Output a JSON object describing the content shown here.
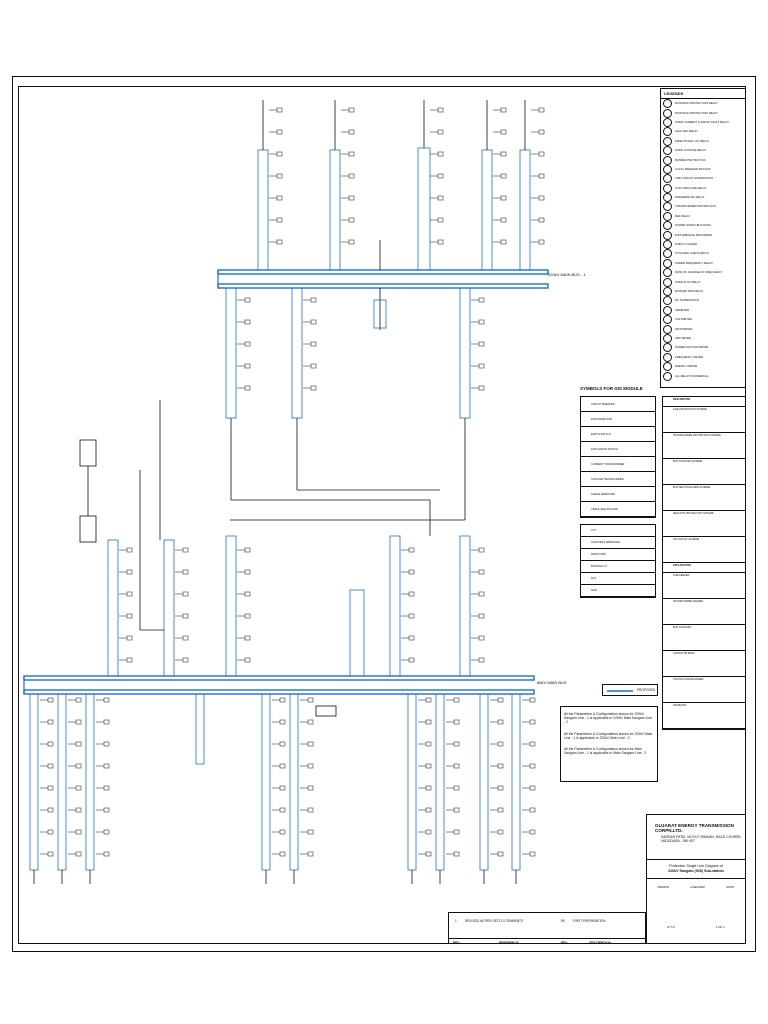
{
  "legend": {
    "title": "LEGENDS",
    "items": [
      "DISTANCE PROTECTION RELAY",
      "DISTANCE PROTECTION RELAY",
      "OVER CURRENT & EARTH FAULT RELAY",
      "HIGH SET RELAY",
      "DIRECTIONAL O/C RELAY",
      "OVER VOLTAGE RELAY",
      "BUSBAR PROTECTION",
      "LOCAL BREAKER BACKUP",
      "TRIP CIRCUIT SUPERVISION",
      "AUTO RECLOSE RELAY",
      "DIFFERENTIAL RELAY",
      "TRANSFORMER PROTECTION",
      "REF RELAY",
      "POWER SWING BLOCKING",
      "DISTURBANCE RECORDER",
      "EVENT LOGGER",
      "SYNCHRO CHECK RELAY",
      "UNDER FREQUENCY RELAY",
      "RATE OF CHANGE OF FREQUENCY",
      "OVER FLUX RELAY",
      "MASTER TRIP RELAY",
      "DC SUPERVISION",
      "AMMETER",
      "VOLTMETER",
      "WATTMETER",
      "VAR METER",
      "POWER FACTOR METER",
      "FREQUENCY METER",
      "ENERGY METER",
      "ALL RELAYS NUMERICAL"
    ]
  },
  "gis": {
    "title": "SYMBOLS FOR GIS MODULE",
    "rows": [
      "CIRCUIT BREAKER",
      "DISCONNECTOR",
      "EARTH SWITCH",
      "FAST EARTH SWITCH",
      "CURRENT TRANSFORMER",
      "VOLTAGE TRANSFORMER",
      "SURGE ARRESTER",
      "CABLE SEALING END"
    ]
  },
  "table2": {
    "rows": [
      "CVT",
      "LIGHTNING ARRESTER",
      "WAVE TRAP",
      "BUSHING CT",
      "NCT",
      "NGR"
    ]
  },
  "right_table": {
    "header": "DESCRIPTION",
    "rows": [
      "LINE PROTECTION SCHEME",
      "TRANSFORMER PROTECTION SCHEME",
      "BUS COUPLER SCHEME",
      "BUS SECTIONALIZER SCHEME",
      "REACTOR PROTECTION SCHEME",
      "TIE CIRCUIT SCHEME"
    ],
    "header2": "EXPLANATION",
    "rows2": [
      "LINE FEEDER",
      "TRANSFORMER FEEDER",
      "BUS COUPLER",
      "CAPACITOR BANK",
      "STATION TRANSFORMER",
      "SPARE BAY"
    ]
  },
  "notes": [
    "All the Parameters & Configurations shown for 220kV Sangam Line - 1 is applicable to 220kV Main Sangam Line - 2",
    "All the Parameters & Configurations shown for 220kV Main Line - 1 is applicable to 220kV Main Line - 2",
    "All the Parameters & Configurations shown for Main Sangam Line - 1 is applicable to Main Sangam Line - 2"
  ],
  "legend_line": "PROPOSED",
  "title_block": {
    "company": "GUJARAT ENERGY TRANSMISSION CORPN.LTD.",
    "address": [
      "SARDAR PATEL VIDYUT BHAVAN, RACE COURSE,",
      "VADODARA - 390 007"
    ],
    "title": [
      "Protection Single Line Diagram of",
      "220kV Sangam (GIS) Sub-station"
    ],
    "drawn": "DRAWN",
    "checked": "CHECKED",
    "appd": "APPD",
    "scale": "N.T.S.",
    "sheet": "1 OF 1"
  },
  "revision": {
    "row1_no": "1",
    "row1_desc": "REVISED AS PER GETCO COMMENTS",
    "row1_code": "R0",
    "row1_prep": "FIRST PREPARATION",
    "h_rev": "REV",
    "h_ref": "REFERENCE",
    "h_no": "REV",
    "h_desc": "DESCRIPTION"
  },
  "bus_labels": {
    "bus1": "220kV MAIN BUS - 1",
    "bus2": "66kV MAIN BUS"
  },
  "colors": {
    "bus": "#1d6fd1",
    "line": "#111111"
  }
}
